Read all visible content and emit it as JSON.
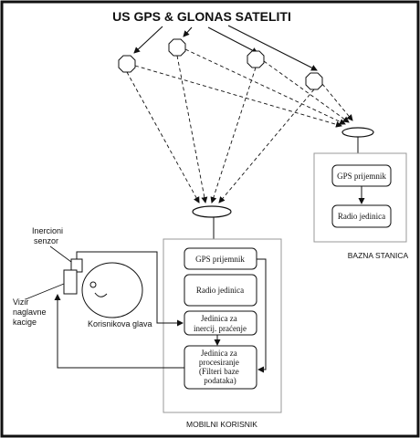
{
  "title": "US GPS & GLONAS SATELITI",
  "base_station": {
    "label": "BAZNA STANICA",
    "gps_receiver": "GPS prijemnik",
    "radio_unit": "Radio jedinica"
  },
  "mobile_user": {
    "label": "MOBILNI KORISNIK",
    "gps_receiver": "GPS prijemnik",
    "radio_unit": "Radio jedinica",
    "inertial_unit": [
      "Jedinica za",
      "inercij. praćenje"
    ],
    "processing_unit": [
      "Jedinica za",
      "procesiranje",
      "(Filteri baze",
      "podataka)"
    ]
  },
  "user_labels": {
    "inertial_sensor": [
      "Inercioni",
      "senzor"
    ],
    "helmet_visor": [
      "Vizir",
      "naglavne",
      "kacige"
    ],
    "user_head": "Korisnikova glava"
  }
}
